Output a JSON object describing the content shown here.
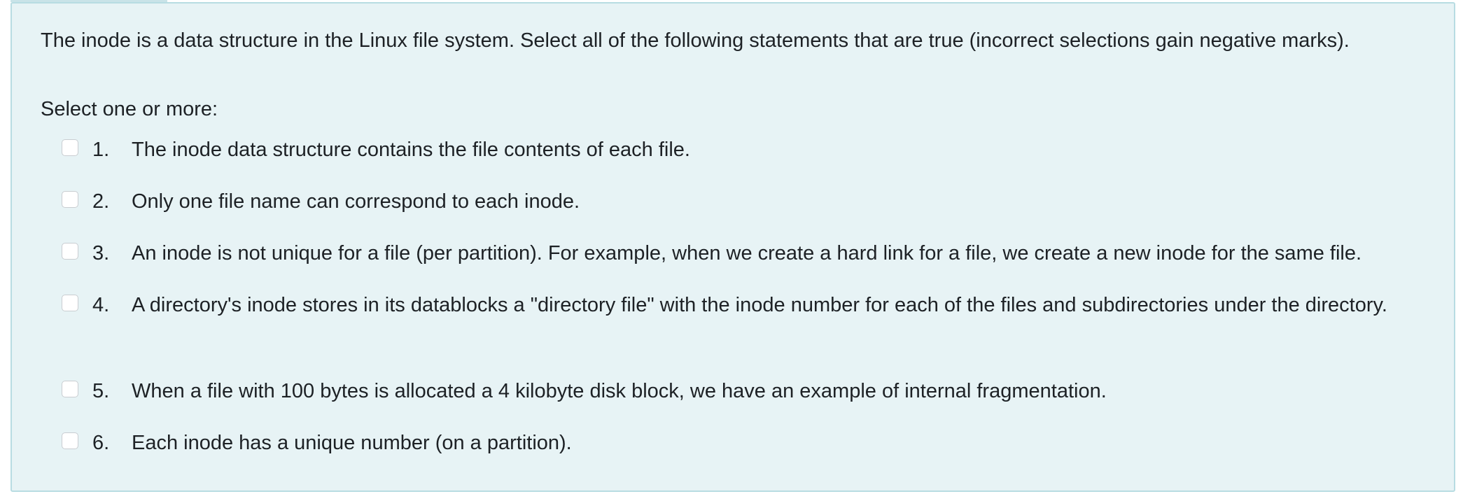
{
  "question": {
    "text": "The inode is a data structure in the Linux file system. Select all of the following statements that are true (incorrect selections gain negative marks).",
    "prompt": "Select one or more:"
  },
  "answers": [
    {
      "number": "1.",
      "text": "The inode data structure contains the file contents of each file.",
      "checked": false
    },
    {
      "number": "2.",
      "text": "Only one file name can correspond to each inode.",
      "checked": false
    },
    {
      "number": "3.",
      "text": "An inode is not unique for a file (per partition). For example, when we create a hard link for a file, we create a new inode for the same file.",
      "checked": false
    },
    {
      "number": "4.",
      "text": "A directory's inode stores in its datablocks a \"directory file\" with the inode number for each of the files and subdirectories under the directory.",
      "checked": false
    },
    {
      "number": "5.",
      "text": "When a file with 100 bytes is allocated a 4 kilobyte disk block, we have an example of internal fragmentation.",
      "checked": false
    },
    {
      "number": "6.",
      "text": "Each inode has a unique number (on a partition).",
      "checked": false
    }
  ],
  "colors": {
    "background": "#e7f3f5",
    "border": "#b8dce2",
    "text": "#1d2125"
  }
}
